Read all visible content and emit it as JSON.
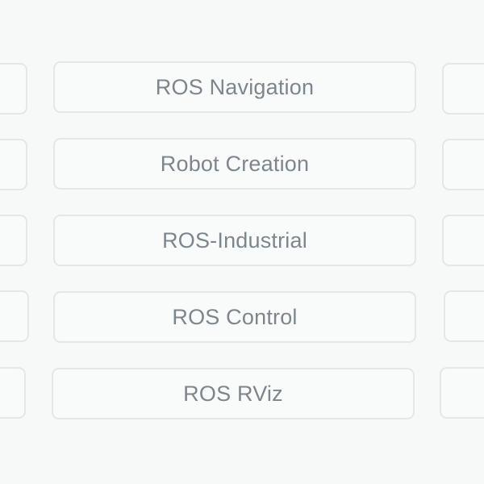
{
  "menu": {
    "items": [
      {
        "label": "ROS Navigation"
      },
      {
        "label": "Robot Creation"
      },
      {
        "label": "ROS-Industrial"
      },
      {
        "label": "ROS Control"
      },
      {
        "label": "ROS RViz"
      }
    ]
  }
}
